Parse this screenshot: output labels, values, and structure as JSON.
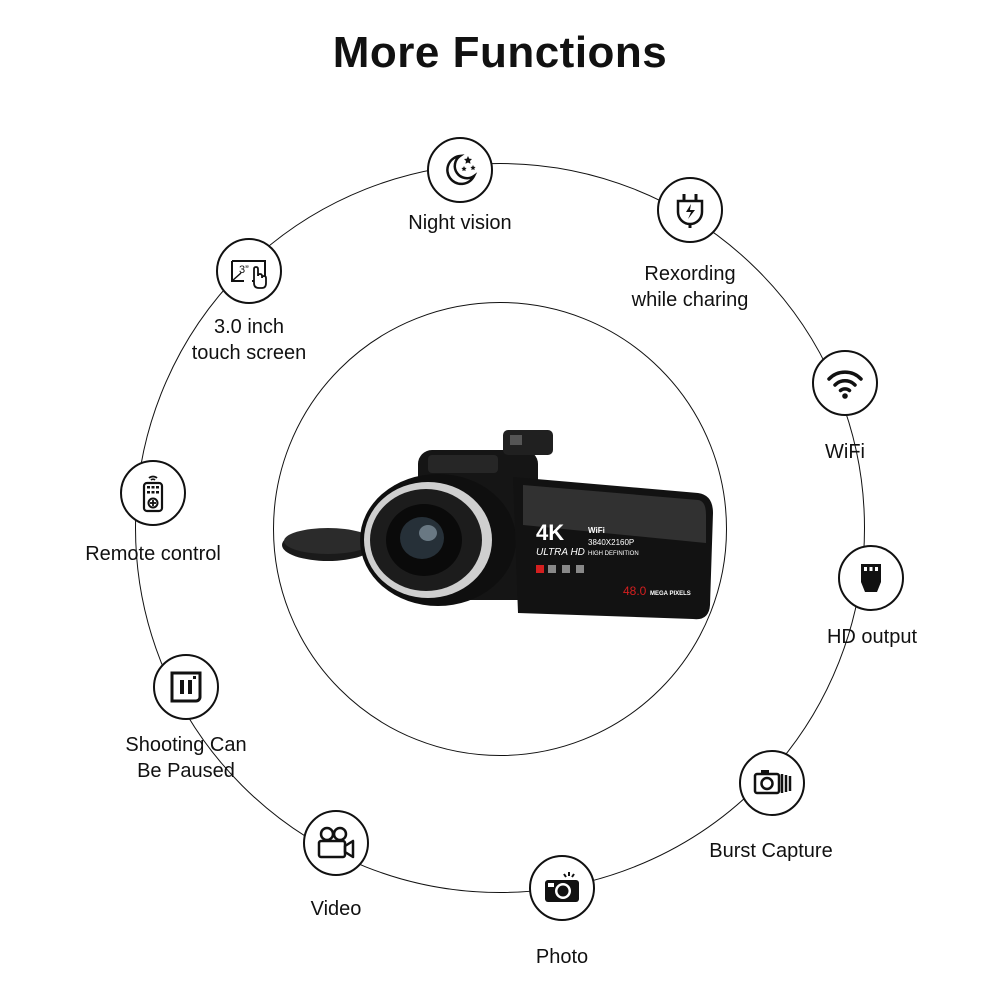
{
  "title": "More Functions",
  "features": {
    "night_vision": {
      "label": "Night vision",
      "icon": "moon-stars-icon"
    },
    "recording_charging": {
      "label": "Rexording\nwhile charing",
      "icon": "plug-icon"
    },
    "wifi": {
      "label": "WiFi",
      "icon": "wifi-icon"
    },
    "hd_output": {
      "label": "HD output",
      "icon": "hdmi-icon"
    },
    "burst_capture": {
      "label": "Burst Capture",
      "icon": "burst-camera-icon"
    },
    "photo": {
      "label": "Photo",
      "icon": "camera-icon"
    },
    "video": {
      "label": "Video",
      "icon": "video-camera-icon"
    },
    "pause": {
      "label": "Shooting Can\nBe Paused",
      "icon": "pause-icon"
    },
    "remote": {
      "label": "Remote control",
      "icon": "remote-control-icon"
    },
    "touch_screen": {
      "label": "3.0 inch\ntouch screen",
      "icon": "touch-screen-icon",
      "badge": "3”"
    }
  },
  "camera": {
    "screen_brand": "4K",
    "screen_sub": "ULTRA HD",
    "screen_wifi": "WiFi",
    "screen_res": "3840X2160P",
    "screen_def": "HIGH DEFINITION",
    "screen_mp": "48.0",
    "screen_mega": "MEGA PIXELS"
  },
  "colors": {
    "ink": "#111111",
    "background": "#ffffff",
    "accent_red": "#d41f1f"
  }
}
